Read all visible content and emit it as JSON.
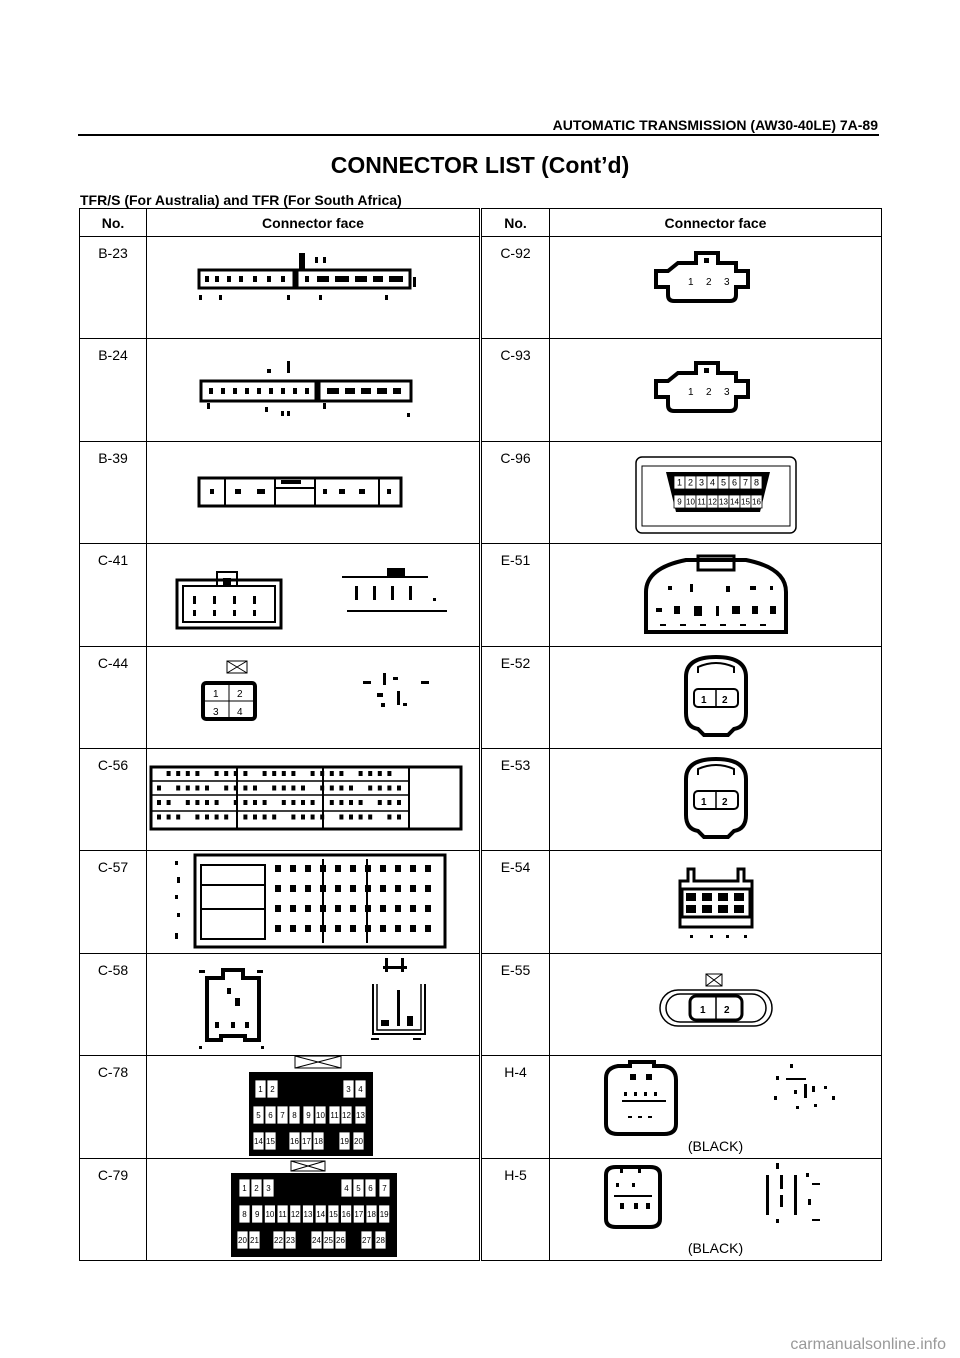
{
  "header": {
    "text": "AUTOMATIC TRANSMISSION (AW30-40LE)  7A-89"
  },
  "title": "CONNECTOR LIST (Cont’d)",
  "subtitle": "TFR/S (For Australia) and TFR (For South Africa)",
  "table": {
    "headers": [
      "No.",
      "Connector face",
      "No.",
      "Connector face"
    ],
    "rows": [
      {
        "left": {
          "no": "B-23"
        },
        "right": {
          "no": "C-92",
          "pins": [
            "1",
            "2",
            "3"
          ]
        }
      },
      {
        "left": {
          "no": "B-24"
        },
        "right": {
          "no": "C-93",
          "pins": [
            "1",
            "2",
            "3"
          ]
        }
      },
      {
        "left": {
          "no": "B-39"
        },
        "right": {
          "no": "C-96",
          "pins": [
            "1",
            "2",
            "3",
            "4",
            "5",
            "6",
            "7",
            "8",
            "9",
            "10",
            "11",
            "12",
            "13",
            "14",
            "15",
            "16"
          ]
        }
      },
      {
        "left": {
          "no": "C-41"
        },
        "right": {
          "no": "E-51"
        }
      },
      {
        "left": {
          "no": "C-44",
          "pins": [
            "1",
            "2",
            "3",
            "4"
          ]
        },
        "right": {
          "no": "E-52",
          "pins": [
            "1",
            "2"
          ]
        }
      },
      {
        "left": {
          "no": "C-56"
        },
        "right": {
          "no": "E-53",
          "pins": [
            "1",
            "2"
          ]
        }
      },
      {
        "left": {
          "no": "C-57"
        },
        "right": {
          "no": "E-54"
        }
      },
      {
        "left": {
          "no": "C-58"
        },
        "right": {
          "no": "E-55",
          "pins": [
            "1",
            "2"
          ]
        }
      },
      {
        "left": {
          "no": "C-78",
          "pins": [
            "1",
            "2",
            "3",
            "4",
            "5",
            "6",
            "7",
            "8",
            "9",
            "10",
            "11",
            "12",
            "13",
            "14",
            "15",
            "16",
            "17",
            "18",
            "19",
            "20"
          ]
        },
        "right": {
          "no": "H-4",
          "note": "(BLACK)"
        }
      },
      {
        "left": {
          "no": "C-79",
          "pins": [
            "1",
            "2",
            "3",
            "4",
            "5",
            "6",
            "7",
            "8",
            "9",
            "10",
            "11",
            "12",
            "13",
            "14",
            "15",
            "16",
            "17",
            "18",
            "19",
            "20",
            "21",
            "22",
            "23",
            "24",
            "25",
            "26",
            "27",
            "28"
          ]
        },
        "right": {
          "no": "H-5",
          "note": "(BLACK)"
        }
      }
    ]
  },
  "footer": "carmanualsonline.info"
}
